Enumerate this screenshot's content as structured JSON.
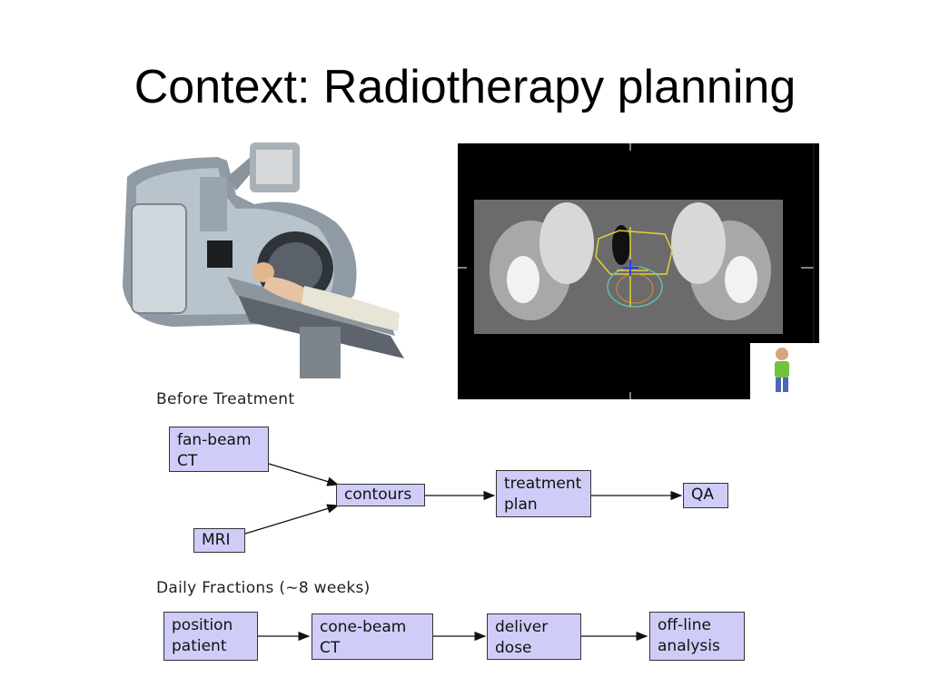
{
  "slide": {
    "title": "Context: Radiotherapy planning"
  },
  "before": {
    "label": "Before Treatment",
    "fan_beam_ct": [
      "fan-beam",
      "CT"
    ],
    "mri": "MRI",
    "contours": "contours",
    "treatment_plan": [
      "treatment",
      "plan"
    ],
    "qa": "QA"
  },
  "daily": {
    "label": "Daily Fractions (∼8 weeks)",
    "position_patient": [
      "position",
      "patient"
    ],
    "cone_beam_ct": [
      "cone-beam",
      "CT"
    ],
    "deliver_dose": [
      "deliver",
      "dose"
    ],
    "offline_analysis": [
      "off-line",
      "analysis"
    ]
  },
  "colors": {
    "box_fill": "#cfcdf7",
    "box_border": "#333333"
  }
}
